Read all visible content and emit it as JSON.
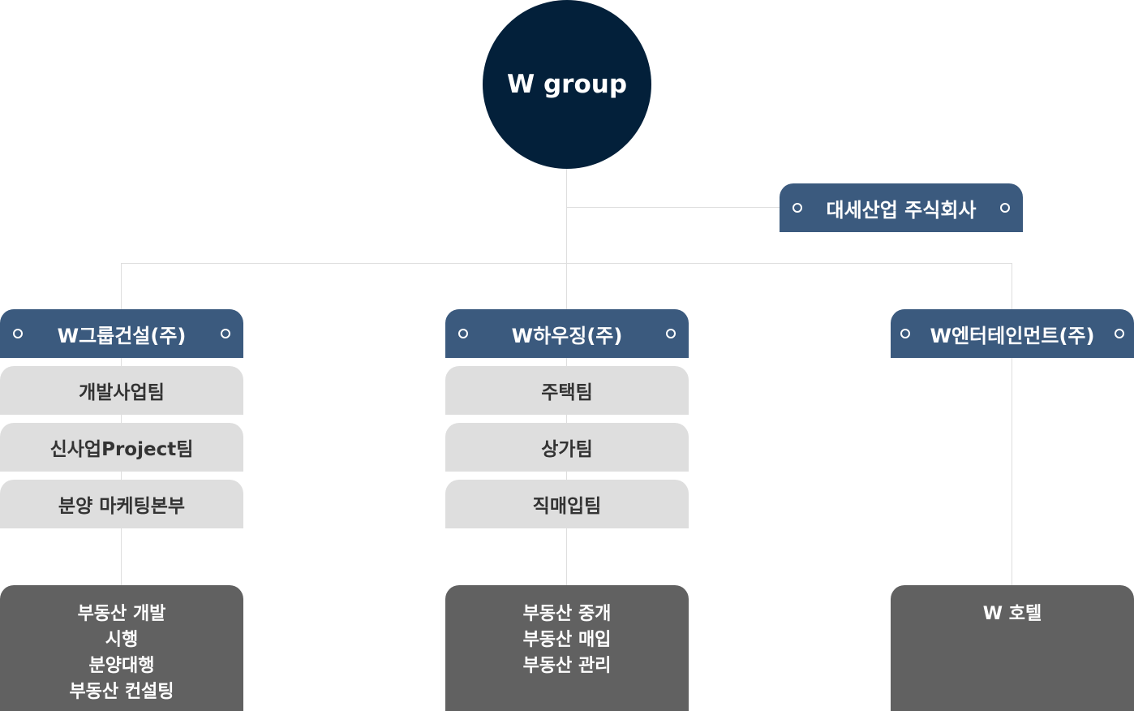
{
  "root": {
    "label": "W group"
  },
  "affiliate": {
    "label": "대세산업 주식회사"
  },
  "companies": [
    {
      "name": "W그룹건설(주)",
      "teams": [
        "개발사업팀",
        "신사업Project팀",
        "분양 마케팅본부"
      ],
      "business": [
        "부동산 개발",
        "시행",
        "분양대행",
        "부동산 컨설팅"
      ]
    },
    {
      "name": "W하우징(주)",
      "teams": [
        "주택팀",
        "상가팀",
        "직매입팀"
      ],
      "business": [
        "부동산 중개",
        "부동산 매입",
        "부동산 관리"
      ]
    },
    {
      "name": "W엔터테인먼트(주)",
      "teams": [],
      "business": [
        "W 호텔"
      ]
    }
  ],
  "colors": {
    "root": "#03203a",
    "company_header": "#3b5a7e",
    "team_box": "#dedede",
    "business_box": "#616161",
    "connector": "#dedede"
  }
}
